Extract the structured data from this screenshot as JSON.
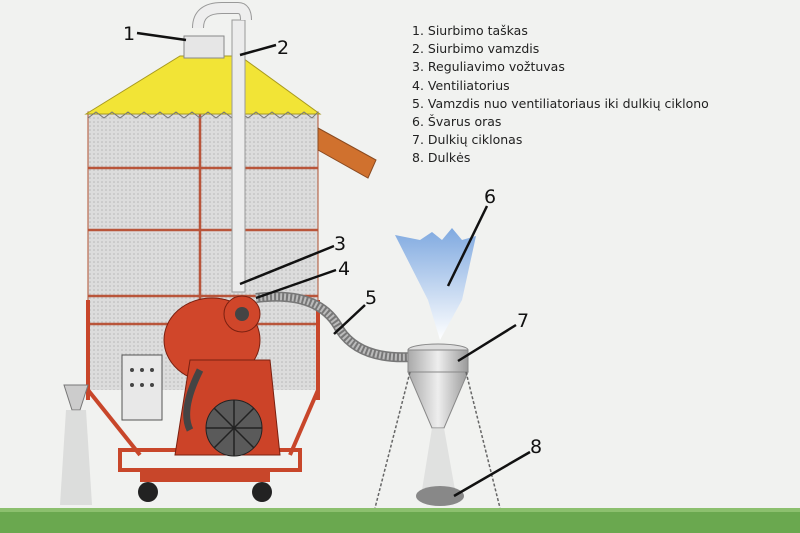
{
  "legend": {
    "items": [
      "1. Siurbimo taškas",
      "2. Siurbimo vamzdis",
      "3. Reguliavimo vožtuvas",
      "4. Ventiliatorius",
      "5. Vamzdis nuo ventiliatoriaus iki dulkių ciklono",
      "6. Švarus oras",
      "7. Dulkių ciklonas",
      "8. Dulkės"
    ]
  },
  "callouts": [
    "1",
    "2",
    "3",
    "4",
    "5",
    "6",
    "7",
    "8"
  ],
  "colors": {
    "background": "#f1f2f0",
    "roof": "#f2e436",
    "silo_body": "#d9d9d9",
    "frame": "#c8462a",
    "grass": "#6aa84f",
    "clean_air": "#8fb8e8"
  }
}
